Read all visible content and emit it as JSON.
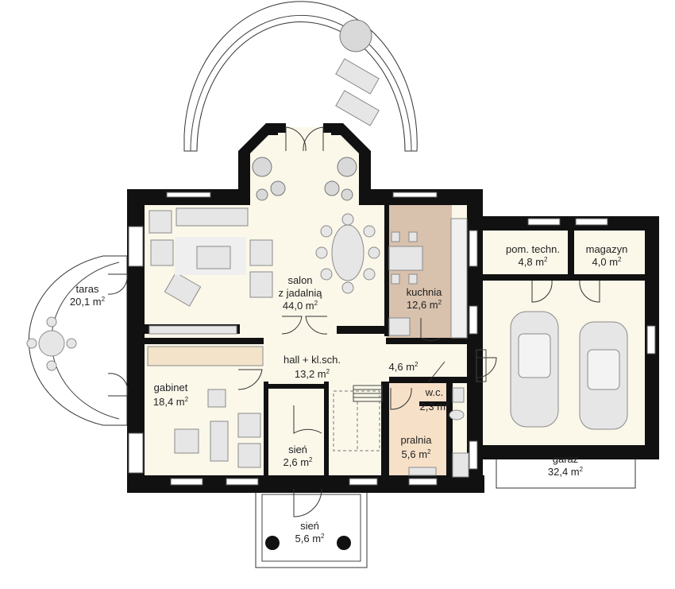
{
  "rooms": {
    "taras": {
      "name": "taras",
      "area": "20,1 m",
      "unit_exp": "2"
    },
    "salon": {
      "name_line1": "salon",
      "name_line2": "z jadalnią",
      "area": "44,0 m",
      "unit_exp": "2"
    },
    "kuchnia": {
      "name": "kuchnia",
      "area": "12,6 m",
      "unit_exp": "2"
    },
    "pom_techn": {
      "name": "pom. techn.",
      "area": "4,8 m",
      "unit_exp": "2"
    },
    "magazyn": {
      "name": "magazyn",
      "area": "4,0 m",
      "unit_exp": "2"
    },
    "hall": {
      "name": "hall + kl.sch.",
      "area": "13,2 m",
      "unit_exp": "2"
    },
    "przedpokoj": {
      "area": "4,6 m",
      "unit_exp": "2"
    },
    "gabinet": {
      "name": "gabinet",
      "area": "18,4 m",
      "unit_exp": "2"
    },
    "wc": {
      "name": "w.c.",
      "area": "2,3 m",
      "unit_exp": "2"
    },
    "pralnia": {
      "name": "pralnia",
      "area": "5,6 m",
      "unit_exp": "2"
    },
    "sien_inner": {
      "name": "sień",
      "area": "2,6 m",
      "unit_exp": "2"
    },
    "sien_outer": {
      "name": "sień",
      "area": "5,6 m",
      "unit_exp": "2"
    },
    "garaz": {
      "name": "garaż",
      "area": "32,4 m",
      "unit_exp": "2"
    }
  },
  "colors": {
    "floor": "#fbf8ea",
    "kitchen": "#d8c1ad",
    "laundry": "#f7e0c8",
    "wall": "#111111"
  }
}
